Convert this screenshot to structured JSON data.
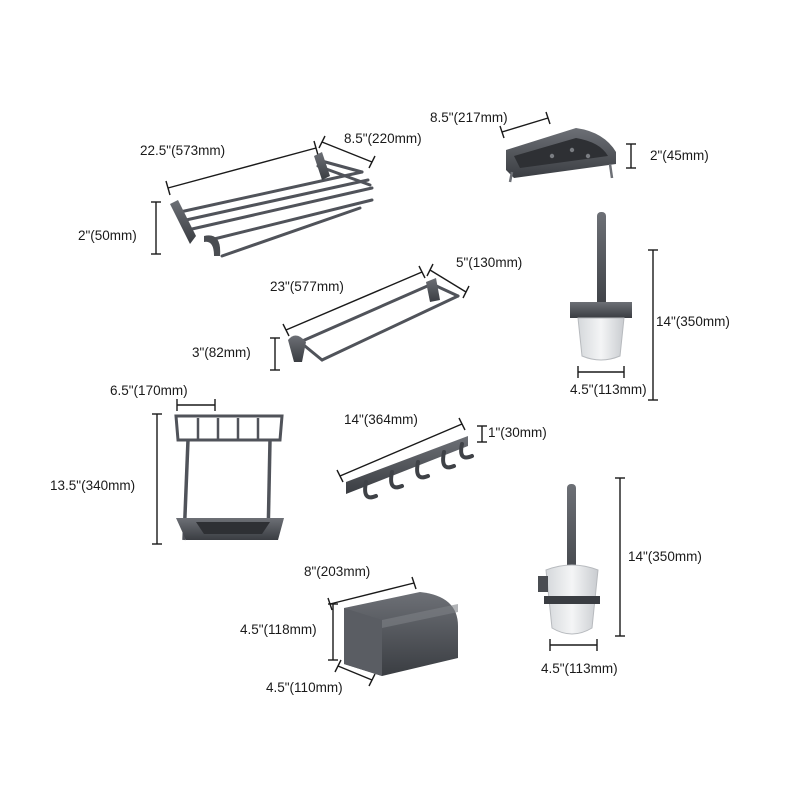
{
  "colors": {
    "metal": "#4a4d52",
    "metal_light": "#8d9096",
    "dim_line": "#1a1a1a",
    "background": "#ffffff",
    "glass": "#e6e8ea"
  },
  "towel_rack_folding": {
    "width": "22.5\"(573mm)",
    "depth": "8.5\"(220mm)",
    "height": "2\"(50mm)"
  },
  "corner_shelf": {
    "width": "8.5\"(217mm)",
    "height": "2\"(45mm)"
  },
  "double_towel_bar": {
    "width": "23\"(577mm)",
    "depth": "5\"(130mm)",
    "height": "3\"(82mm)"
  },
  "toilet_brush_wall": {
    "height": "14\"(350mm)",
    "width": "4.5\"(113mm)"
  },
  "two_tier_corner_shelf": {
    "width": "6.5\"(170mm)",
    "height": "13.5\"(340mm)"
  },
  "hook_rail": {
    "width": "14\"(364mm)",
    "height": "1\"(30mm)"
  },
  "toilet_brush_glass": {
    "height": "14\"(350mm)",
    "width": "4.5\"(113mm)"
  },
  "paper_holder": {
    "width": "8\"(203mm)",
    "height": "4.5\"(118mm)",
    "depth": "4.5\"(110mm)"
  }
}
